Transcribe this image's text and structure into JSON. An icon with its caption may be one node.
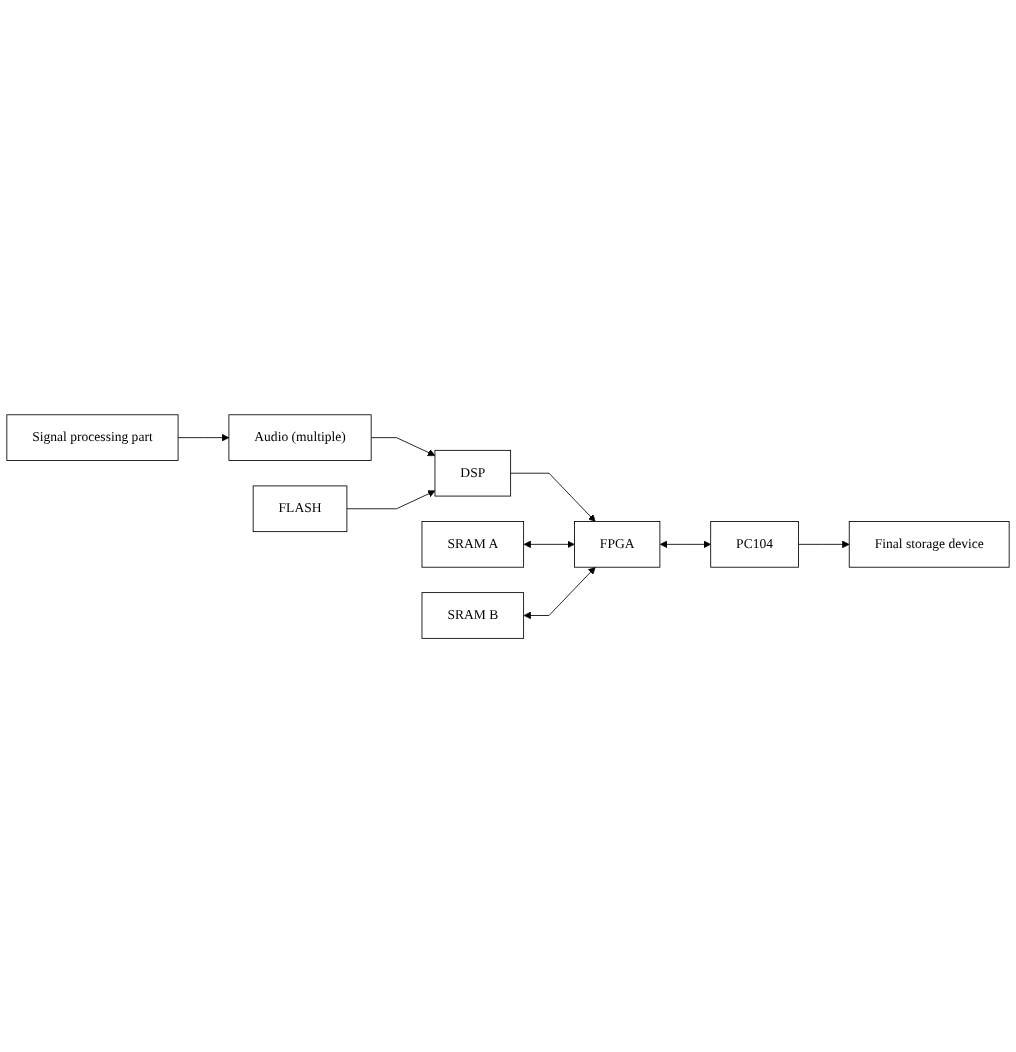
{
  "diagram": {
    "nodes": [
      {
        "text": [
          "Signal processing part"
        ]
      },
      {
        "text": [
          "Audio (multiple)"
        ]
      },
      {
        "text": [
          "FLASH"
        ]
      },
      {
        "text": [
          "DSP"
        ]
      },
      {
        "text": [
          "SRAM A"
        ]
      },
      {
        "text": [
          "FPGA"
        ]
      },
      {
        "text": [
          "SRAM B"
        ]
      },
      {
        "text": [
          "Final storage device"
        ]
      },
      {
        "text": [
          "PC104"
        ]
      }
    ],
    "edges": [
      {
        "from": 0,
        "to": 1,
        "arrow": "to"
      },
      {
        "from": 1,
        "to": 3,
        "arrow": "to"
      },
      {
        "from": 2,
        "to": 3,
        "arrow": "to"
      },
      {
        "from": 3,
        "to": 5,
        "arrow": "to"
      },
      {
        "from": 4,
        "to": 5,
        "arrow": "both"
      },
      {
        "from": 6,
        "to": 5,
        "arrow": "both"
      },
      {
        "from": 5,
        "to": 8,
        "arrow": "both"
      },
      {
        "from": 8,
        "to": 7,
        "arrow": "to"
      }
    ]
  }
}
